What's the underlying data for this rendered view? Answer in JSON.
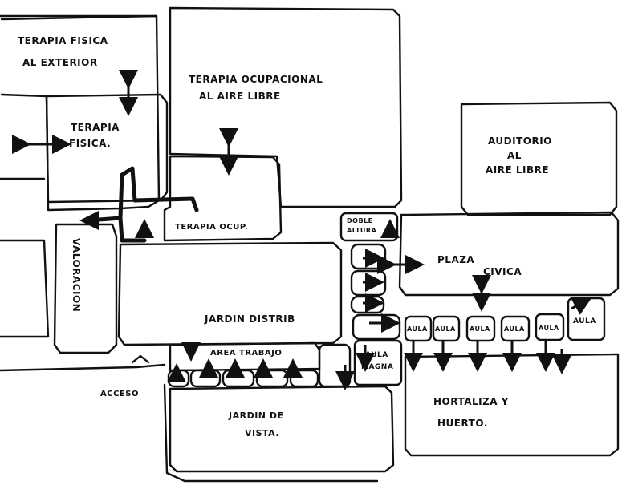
{
  "labels": {
    "terapia_fisica_ext_1": "TERAPIA FISICA",
    "terapia_fisica_ext_2": "AL EXTERIOR",
    "terapia_fisica_1": "TERAPIA",
    "terapia_fisica_2": "FISICA.",
    "terapia_ocup_aire_1": "TERAPIA OCUPACIONAL",
    "terapia_ocup_aire_2": "AL AIRE LIBRE",
    "terapia_ocup": "TERAPIA OCUP.",
    "auditorio_1": "AUDITORIO",
    "auditorio_2": "AL",
    "auditorio_3": "AIRE LIBRE",
    "valoracion": "VALORACION",
    "jardin_distrib": "JARDIN DISTRIB",
    "doble_altura_1": "DOBLE",
    "doble_altura_2": "ALTURA",
    "plaza_civica_1": "PLAZA",
    "plaza_civica_2": "CIVICA",
    "area_trabajo": "AREA TRABAJO",
    "aula_magna_1": "AULA",
    "aula_magna_2": "MAGNA",
    "aula": "AULA",
    "acceso": "ACCESO",
    "jardin_vista_1": "JARDIN DE",
    "jardin_vista_2": "VISTA.",
    "hortaliza_1": "HORTALIZA Y",
    "hortaliza_2": "HUERTO."
  }
}
